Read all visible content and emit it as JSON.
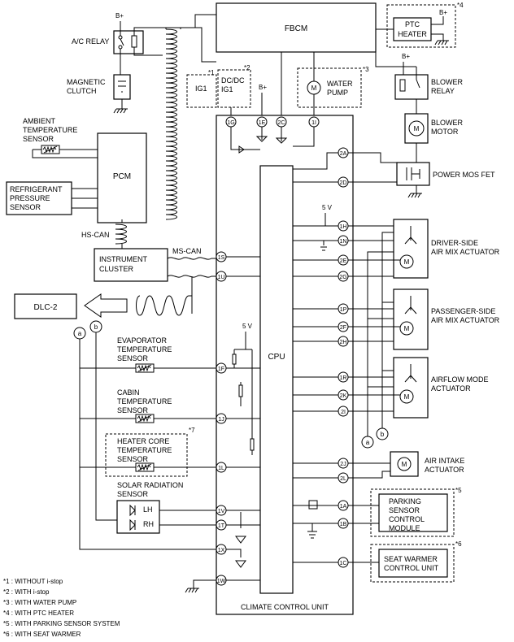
{
  "modules": {
    "fbcm": "FBCM",
    "pcm": "PCM",
    "ptc_heater": [
      "PTC",
      "HEATER"
    ],
    "instrument_cluster": [
      "INSTRUMENT",
      "CLUSTER"
    ],
    "dlc2": "DLC-2",
    "refrigerant_sensor": [
      "REFRIGERANT",
      "PRESSURE",
      "SENSOR"
    ],
    "parking_module": [
      "PARKING",
      "SENSOR",
      "CONTROL",
      "MODULE"
    ],
    "seat_warmer": [
      "SEAT WARMER",
      "CONTROL UNIT"
    ],
    "climate_control_unit": "CLIMATE CONTROL UNIT",
    "cpu": "CPU"
  },
  "labels": {
    "ac_relay": "A/C RELAY",
    "magnetic_clutch": [
      "MAGNETIC",
      "CLUTCH"
    ],
    "ambient_sensor": [
      "AMBIENT",
      "TEMPERATURE",
      "SENSOR"
    ],
    "blower_relay": [
      "BLOWER",
      "RELAY"
    ],
    "blower_motor": [
      "BLOWER",
      "MOTOR"
    ],
    "water_pump": [
      "WATER",
      "PUMP"
    ],
    "power_mos_fet": "POWER MOS FET",
    "hs_can": "HS-CAN",
    "ms_can": "MS-CAN",
    "ig1": "IG1",
    "dcdc_ig1": [
      "DC/DC",
      "IG1"
    ],
    "bplus": "B+",
    "five_v": "5 V",
    "motor_m": "M",
    "driver_actuator": [
      "DRIVER-SIDE",
      "AIR MIX ACTUATOR"
    ],
    "passenger_actuator": [
      "PASSENGER-SIDE",
      "AIR MIX ACTUATOR"
    ],
    "airflow_actuator": [
      "AIRFLOW MODE",
      "ACTUATOR"
    ],
    "intake_actuator": [
      "AIR INTAKE",
      "ACTUATOR"
    ],
    "evaporator_sensor": [
      "EVAPORATOR",
      "TEMPERATURE",
      "SENSOR"
    ],
    "cabin_sensor": [
      "CABIN",
      "TEMPERATURE",
      "SENSOR"
    ],
    "heater_core_sensor": [
      "HEATER CORE",
      "TEMPERATURE",
      "SENSOR"
    ],
    "solar_sensor": [
      "SOLAR RADIATION",
      "SENSOR"
    ],
    "lh": "LH",
    "rh": "RH",
    "a": "a",
    "b": "b",
    "mark1": "*1",
    "mark2": "*2",
    "mark3": "*3",
    "mark4": "*4",
    "mark5": "*5",
    "mark6": "*6",
    "mark7": "*7"
  },
  "pins": {
    "p1G": "1G",
    "p1E": "1E",
    "p2C": "2C",
    "p1I": "1I",
    "p2A": "2A",
    "p2D": "2D",
    "p1H": "1H",
    "p1N": "1N",
    "p2E": "2E",
    "p2G": "2G",
    "p1P": "1P",
    "p2F": "2F",
    "p2H": "2H",
    "p1R": "1R",
    "p2K": "2K",
    "p2I": "2I",
    "p2J": "2J",
    "p2L": "2L",
    "p1A": "1A",
    "p1B": "1B",
    "p1C": "1C",
    "p1S": "1S",
    "p1U": "1U",
    "p1F": "1F",
    "p1J": "1J",
    "p1L": "1L",
    "p1V": "1V",
    "p1T": "1T",
    "p1X": "1X",
    "p1W": "1W"
  },
  "notes": [
    "*1 : WITHOUT i-stop",
    "*2 : WITH i-stop",
    "*3 : WITH WATER PUMP",
    "*4 : WITH PTC HEATER",
    "*5 : WITH PARKING SENSOR SYSTEM",
    "*6 : WITH SEAT WARMER"
  ]
}
